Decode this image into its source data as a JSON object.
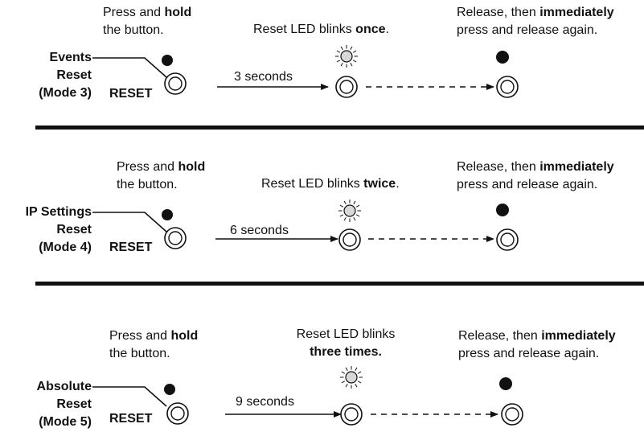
{
  "panels": [
    {
      "mode_label": [
        "Events",
        "Reset",
        "(Mode 3)"
      ],
      "step1": {
        "pre": "Press and ",
        "bold": "hold",
        "line2": "the button."
      },
      "step2": {
        "line1_pre": "Reset LED blinks ",
        "line1_bold": "once",
        "line1_post": ".",
        "line2_bold": ""
      },
      "step3": {
        "pre": "Release, then ",
        "bold": "immediately",
        "line2": "press and release again."
      },
      "button_label": "RESET",
      "duration": "3 seconds"
    },
    {
      "mode_label": [
        "IP Settings",
        "Reset",
        "(Mode 4)"
      ],
      "step1": {
        "pre": "Press and ",
        "bold": "hold",
        "line2": "the button."
      },
      "step2": {
        "line1_pre": "Reset LED blinks ",
        "line1_bold": "twice",
        "line1_post": ".",
        "line2_bold": ""
      },
      "step3": {
        "pre": "Release, then ",
        "bold": "immediately",
        "line2": "press and release again."
      },
      "button_label": "RESET",
      "duration": "6 seconds"
    },
    {
      "mode_label": [
        "Absolute",
        "Reset",
        "(Mode 5)"
      ],
      "step1": {
        "pre": "Press and ",
        "bold": "hold",
        "line2": "the button."
      },
      "step2": {
        "line1_pre": "Reset LED blinks",
        "line1_bold": "",
        "line1_post": "",
        "line2_bold": "three times."
      },
      "step3": {
        "pre": "Release, then ",
        "bold": "immediately",
        "line2": "press and release again."
      },
      "button_label": "RESET",
      "duration": "9 seconds"
    }
  ],
  "colors": {
    "ink": "#111111",
    "led_glow": "#d8d8d8"
  }
}
